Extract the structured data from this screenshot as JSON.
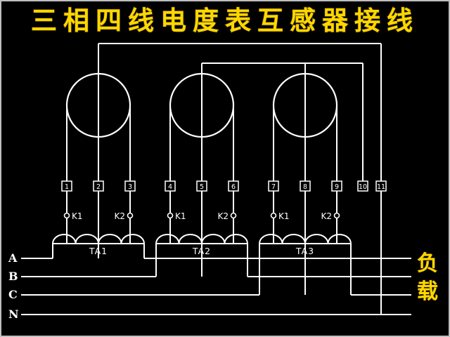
{
  "title": "三相四线电度表互感器接线",
  "load_label": {
    "char1": "负",
    "char2": "载"
  },
  "phase_labels": {
    "a": "A",
    "b": "B",
    "c": "C",
    "n": "N"
  },
  "terminals": [
    "1",
    "2",
    "3",
    "4",
    "5",
    "6",
    "7",
    "8",
    "9",
    "10",
    "11"
  ],
  "transformers": [
    {
      "name": "TA1",
      "k1": "K1",
      "k2": "K2"
    },
    {
      "name": "TA2",
      "k1": "K1",
      "k2": "K2"
    },
    {
      "name": "TA3",
      "k1": "K1",
      "k2": "K2"
    }
  ],
  "colors": {
    "background": "#000000",
    "lines": "#ffffff",
    "title_text": "#ffd700",
    "load_text": "#ffd700"
  }
}
